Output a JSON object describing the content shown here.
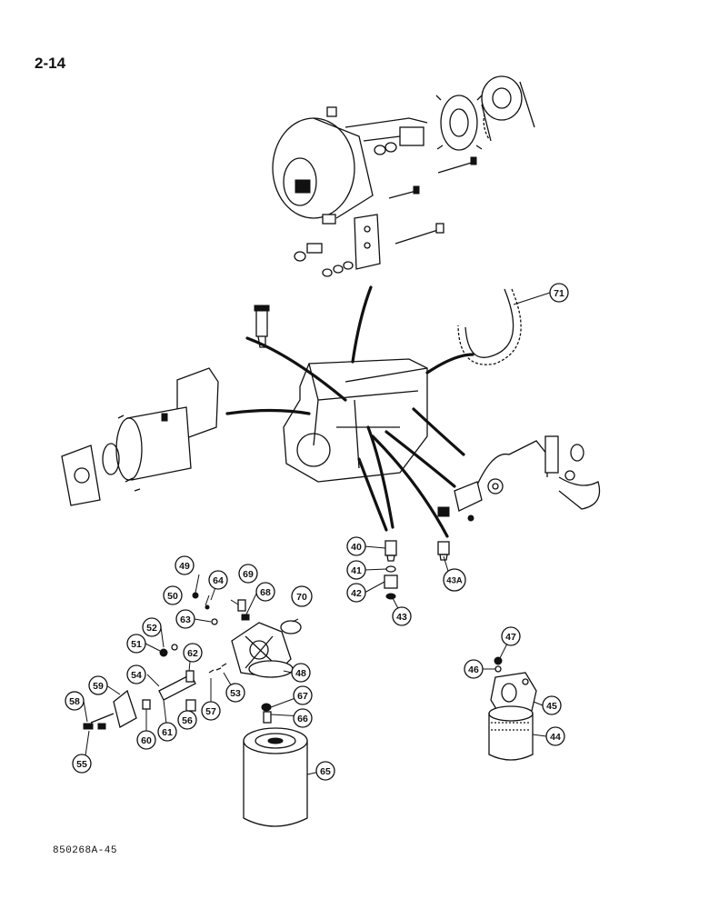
{
  "page": {
    "number": "2-14",
    "figure_code": "850268A-45"
  },
  "callouts": [
    {
      "id": "c40",
      "label": "40"
    },
    {
      "id": "c41",
      "label": "41"
    },
    {
      "id": "c42",
      "label": "42"
    },
    {
      "id": "c43",
      "label": "43"
    },
    {
      "id": "c43a",
      "label": "43A"
    },
    {
      "id": "c44",
      "label": "44"
    },
    {
      "id": "c45",
      "label": "45"
    },
    {
      "id": "c46",
      "label": "46"
    },
    {
      "id": "c47",
      "label": "47"
    },
    {
      "id": "c48",
      "label": "48"
    },
    {
      "id": "c49",
      "label": "49"
    },
    {
      "id": "c50",
      "label": "50"
    },
    {
      "id": "c51",
      "label": "51"
    },
    {
      "id": "c52",
      "label": "52"
    },
    {
      "id": "c53",
      "label": "53"
    },
    {
      "id": "c54",
      "label": "54"
    },
    {
      "id": "c55",
      "label": "55"
    },
    {
      "id": "c56",
      "label": "56"
    },
    {
      "id": "c57",
      "label": "57"
    },
    {
      "id": "c58",
      "label": "58"
    },
    {
      "id": "c59",
      "label": "59"
    },
    {
      "id": "c60",
      "label": "60"
    },
    {
      "id": "c61",
      "label": "61"
    },
    {
      "id": "c62",
      "label": "62"
    },
    {
      "id": "c63",
      "label": "63"
    },
    {
      "id": "c64",
      "label": "64"
    },
    {
      "id": "c65",
      "label": "65"
    },
    {
      "id": "c66",
      "label": "66"
    },
    {
      "id": "c67",
      "label": "67"
    },
    {
      "id": "c68",
      "label": "68"
    },
    {
      "id": "c69",
      "label": "69"
    },
    {
      "id": "c70",
      "label": "70"
    },
    {
      "id": "c71",
      "label": "71"
    }
  ]
}
